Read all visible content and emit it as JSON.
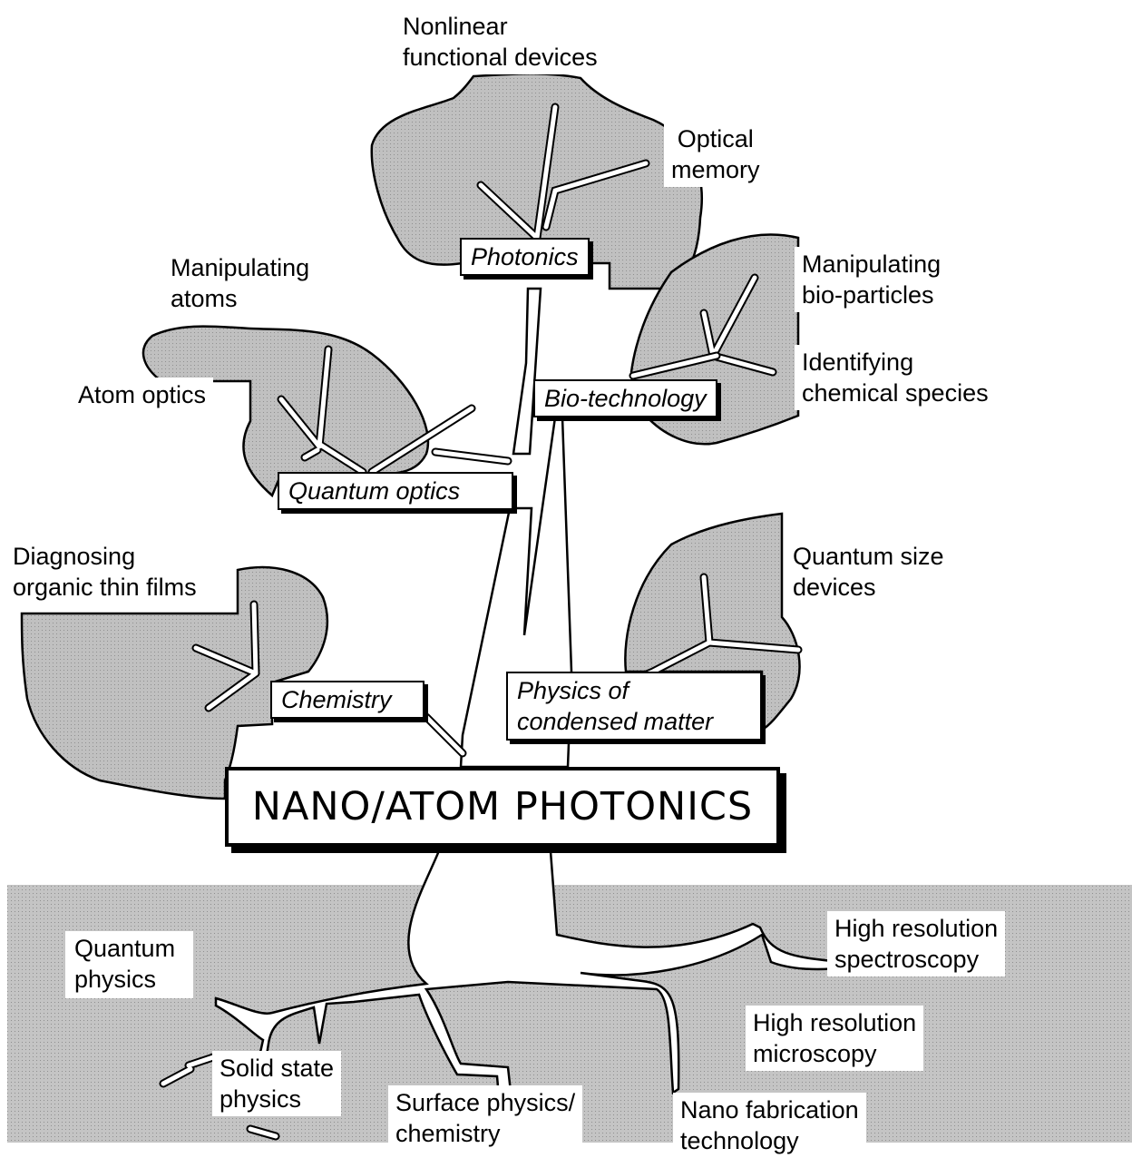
{
  "title": "NANO/ATOM PHOTONICS",
  "colors": {
    "leaf": "#bdbdbd",
    "soil": "#c8c8c8",
    "ink": "#000000",
    "paper": "#ffffff"
  },
  "branches": {
    "photonics": "Photonics",
    "biotech": "Bio-technology",
    "quantum_optics": "Quantum optics",
    "chemistry": "Chemistry",
    "condensed": "Physics of\ncondensed matter"
  },
  "leaves": {
    "nonlinear": "Nonlinear\nfunctional devices",
    "optical_memory": "Optical\nmemory",
    "manip_bio": "Manipulating\nbio-particles",
    "identifying": "Identifying\nchemical species",
    "manip_atoms": "Manipulating\natoms",
    "atom_optics": "Atom optics",
    "diagnosing": "Diagnosing\norganic thin films",
    "quantum_size": "Quantum size\ndevices"
  },
  "roots": {
    "quantum_physics": "Quantum\nphysics",
    "solid_state": "Solid state\nphysics",
    "surface": "Surface physics/\nchemistry",
    "nano_fab": "Nano fabrication\ntechnology",
    "hr_microscopy": "High resolution\nmicroscopy",
    "hr_spectroscopy": "High resolution\nspectroscopy"
  }
}
